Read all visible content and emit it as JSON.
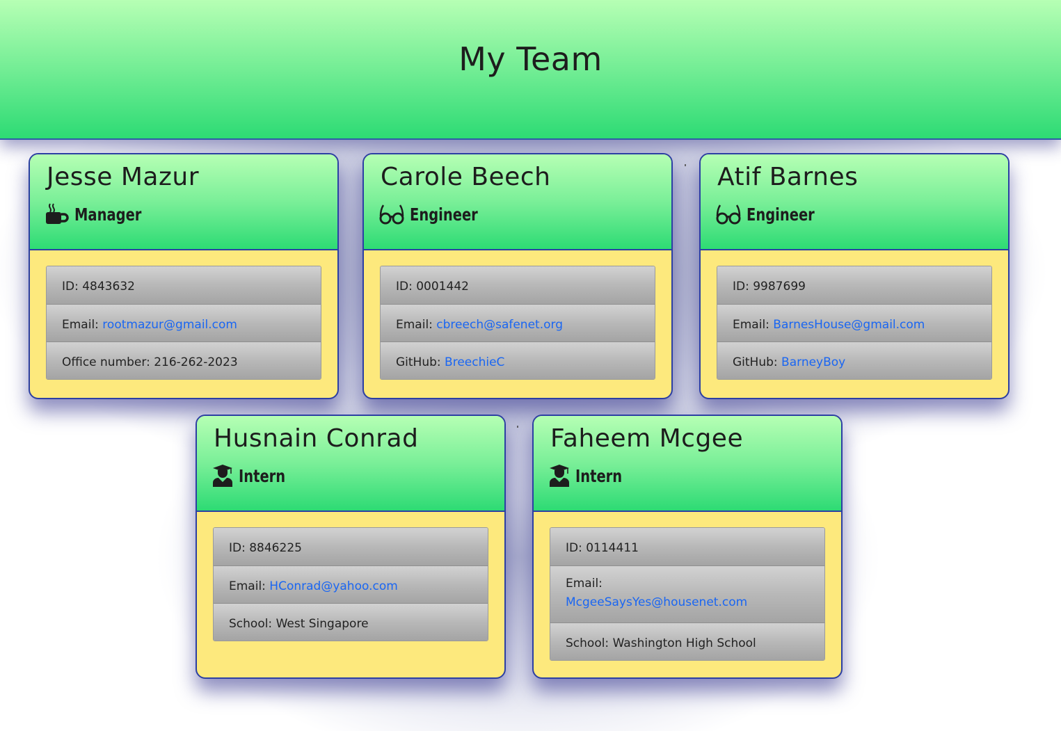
{
  "header": {
    "title": "My Team"
  },
  "cards": [
    {
      "name": "Jesse Mazur",
      "role": "Manager",
      "role_icon": "mug-icon",
      "id_line": "ID: 4843632",
      "email_label": "Email: ",
      "email": "rootmazur@gmail.com",
      "extra_label": "Office number: 216-262-2023",
      "extra_link": ""
    },
    {
      "name": "Carole Beech",
      "role": "Engineer",
      "role_icon": "glasses-icon",
      "id_line": "ID: 0001442",
      "email_label": "Email: ",
      "email": "cbreech@safenet.org",
      "extra_label": "GitHub: ",
      "extra_link": "BreechieC"
    },
    {
      "name": "Atif Barnes",
      "role": "Engineer",
      "role_icon": "glasses-icon",
      "id_line": "ID: 9987699",
      "email_label": "Email: ",
      "email": "BarnesHouse@gmail.com",
      "extra_label": "GitHub: ",
      "extra_link": "BarneyBoy"
    },
    {
      "name": "Husnain Conrad",
      "role": "Intern",
      "role_icon": "graduate-icon",
      "id_line": "ID: 8846225",
      "email_label": "Email: ",
      "email": "HConrad@yahoo.com",
      "extra_label": "School: West Singapore",
      "extra_link": ""
    },
    {
      "name": "Faheem Mcgee",
      "role": "Intern",
      "role_icon": "graduate-icon",
      "id_line": "ID: 0114411",
      "email_label": "Email:",
      "email": "McgeeSaysYes@housenet.com",
      "extra_label": "School: Washington High School",
      "extra_link": ""
    }
  ],
  "colors": {
    "header_top": "#b6ffb4",
    "header_bottom": "#2ddb74",
    "card_body": "#fde97d",
    "border": "#2c3fa3",
    "link": "#1a66f2"
  }
}
